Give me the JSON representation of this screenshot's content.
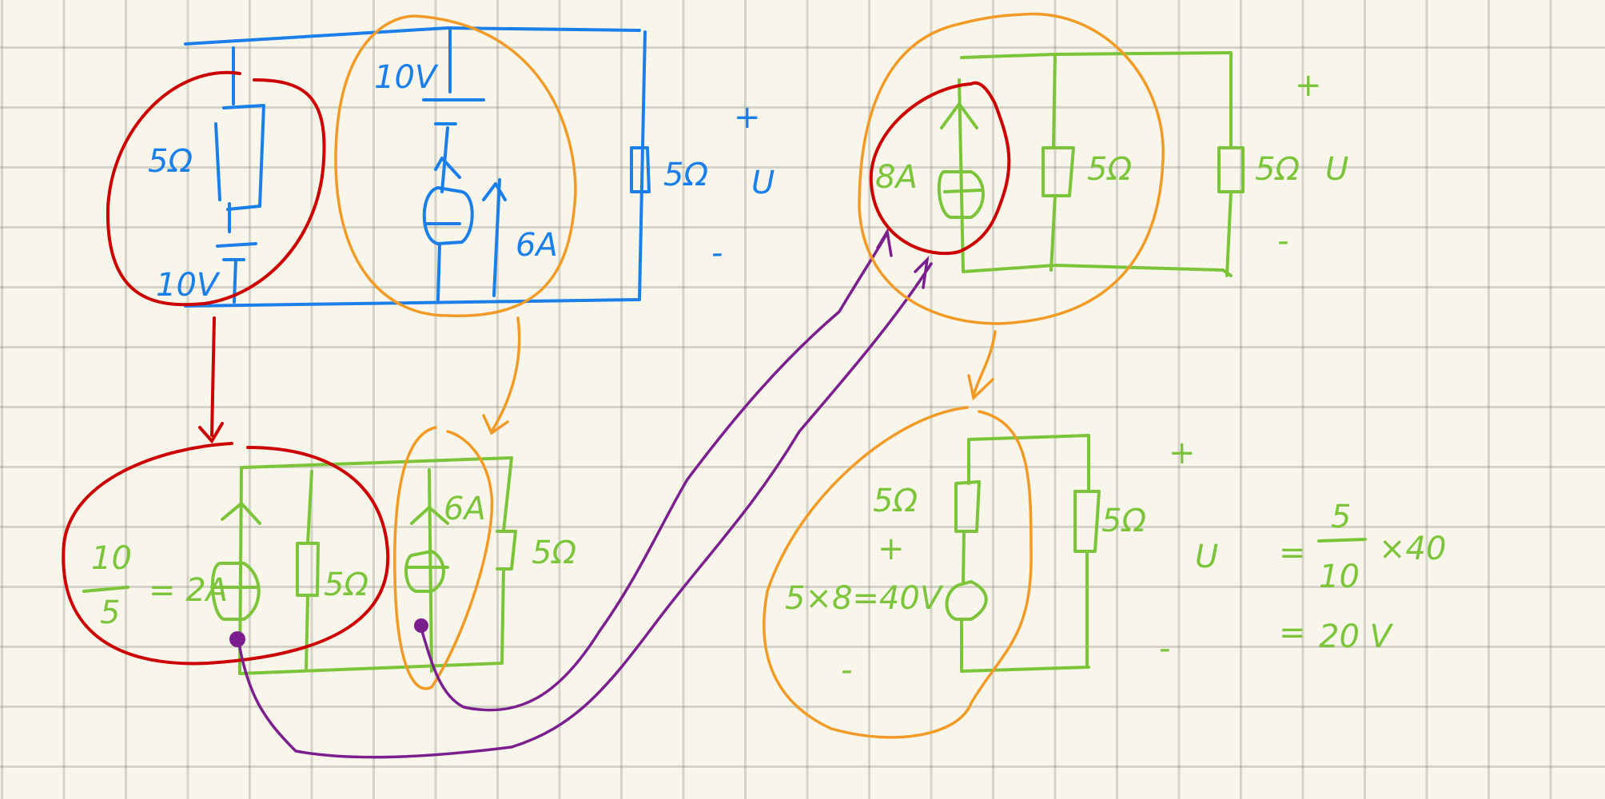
{
  "colors": {
    "background": "#f8f6ea",
    "blue": "#1a7fe8",
    "green": "#7cc43a",
    "red": "#cc0000",
    "orange": "#f29a26",
    "purple": "#7b1f8e"
  },
  "circuit1": {
    "r_left": "5Ω",
    "v_left": "10V",
    "v_mid": "10V",
    "i_mid": "6A",
    "r_right": "5Ω",
    "u_label": "U",
    "plus": "+",
    "minus": "-"
  },
  "circuit2": {
    "frac_num": "10",
    "frac_den": "5",
    "frac_result": "= 2A",
    "r_mid": "5Ω",
    "i_src": "6A",
    "r_right": "5Ω"
  },
  "circuit3": {
    "i_src": "8A",
    "r_mid": "5Ω",
    "r_right": "5Ω",
    "u_label": "U",
    "plus": "+",
    "minus": "-"
  },
  "circuit4": {
    "r_top": "5Ω",
    "plus": "+",
    "v_src": "5×8=40V",
    "minus": "-",
    "r_right": "5Ω",
    "u_plus": "+",
    "u_minus": "-"
  },
  "equation": {
    "lhs": "U",
    "eq1": "=",
    "num": "5",
    "den": "10",
    "times": "×40",
    "eq2": "=",
    "result": "20 V"
  }
}
